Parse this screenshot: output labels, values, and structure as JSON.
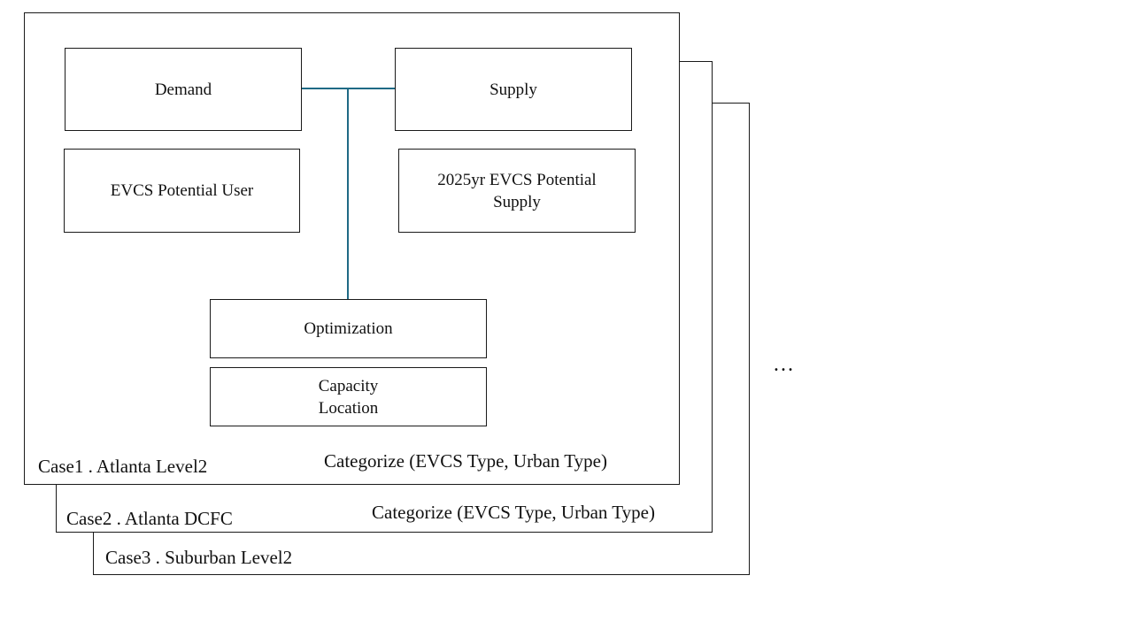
{
  "cases": [
    {
      "label": "Case1 . Atlanta Level2",
      "categorize": "Categorize (EVCS Type, Urban Type)"
    },
    {
      "label": "Case2 . Atlanta DCFC",
      "categorize": "Categorize (EVCS Type, Urban Type)"
    },
    {
      "label": "Case3 . Suburban Level2"
    }
  ],
  "boxes": {
    "demand": "Demand",
    "supply": "Supply",
    "potential_user": "EVCS Potential User",
    "potential_supply": "2025yr EVCS Potential\nSupply",
    "optimization": "Optimization",
    "capacity_location": "Capacity\nLocation"
  },
  "ellipsis": "…",
  "colors": {
    "connector": "#1f6a85",
    "border": "#1a1a1a"
  }
}
